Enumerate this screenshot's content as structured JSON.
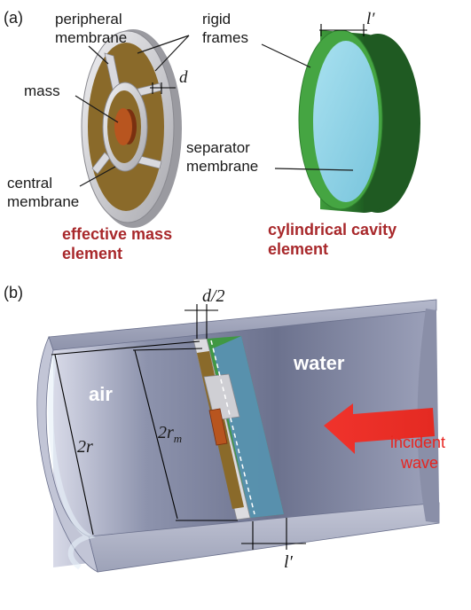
{
  "panel_a": {
    "tag": "(a)",
    "labels": {
      "peripheral_line1": "peripheral",
      "peripheral_line2": "membrane",
      "rigid_line1": "rigid",
      "rigid_line2": "frames",
      "mass": "mass",
      "d": "d",
      "central_line1": "central",
      "central_line2": "membrane",
      "l_prime": "l′",
      "separator_line1": "separator",
      "separator_line2": "membrane"
    },
    "captions": {
      "mass_element_line1": "effective mass",
      "mass_element_line2": "element",
      "cavity_element_line1": "cylindrical cavity",
      "cavity_element_line2": "element"
    }
  },
  "panel_b": {
    "tag": "(b)",
    "labels": {
      "d_half": "d/2",
      "air": "air",
      "water": "water",
      "two_r": "2r",
      "two_rm": "2r",
      "rm_sub": "m",
      "l_prime": "l′",
      "incident_line1": "incident",
      "incident_line2": "wave"
    }
  },
  "colors": {
    "caption_red": "#a8282b",
    "arrow_red": "#e8241f",
    "membrane_brown": "#8a6a2a",
    "mass_copper": "#b8551f",
    "frame_gray": "#c8c8cc",
    "cavity_green": "#3a9a3a",
    "separator_blue": "#8fd3e8",
    "tube_gray": "#8a8fa8"
  }
}
